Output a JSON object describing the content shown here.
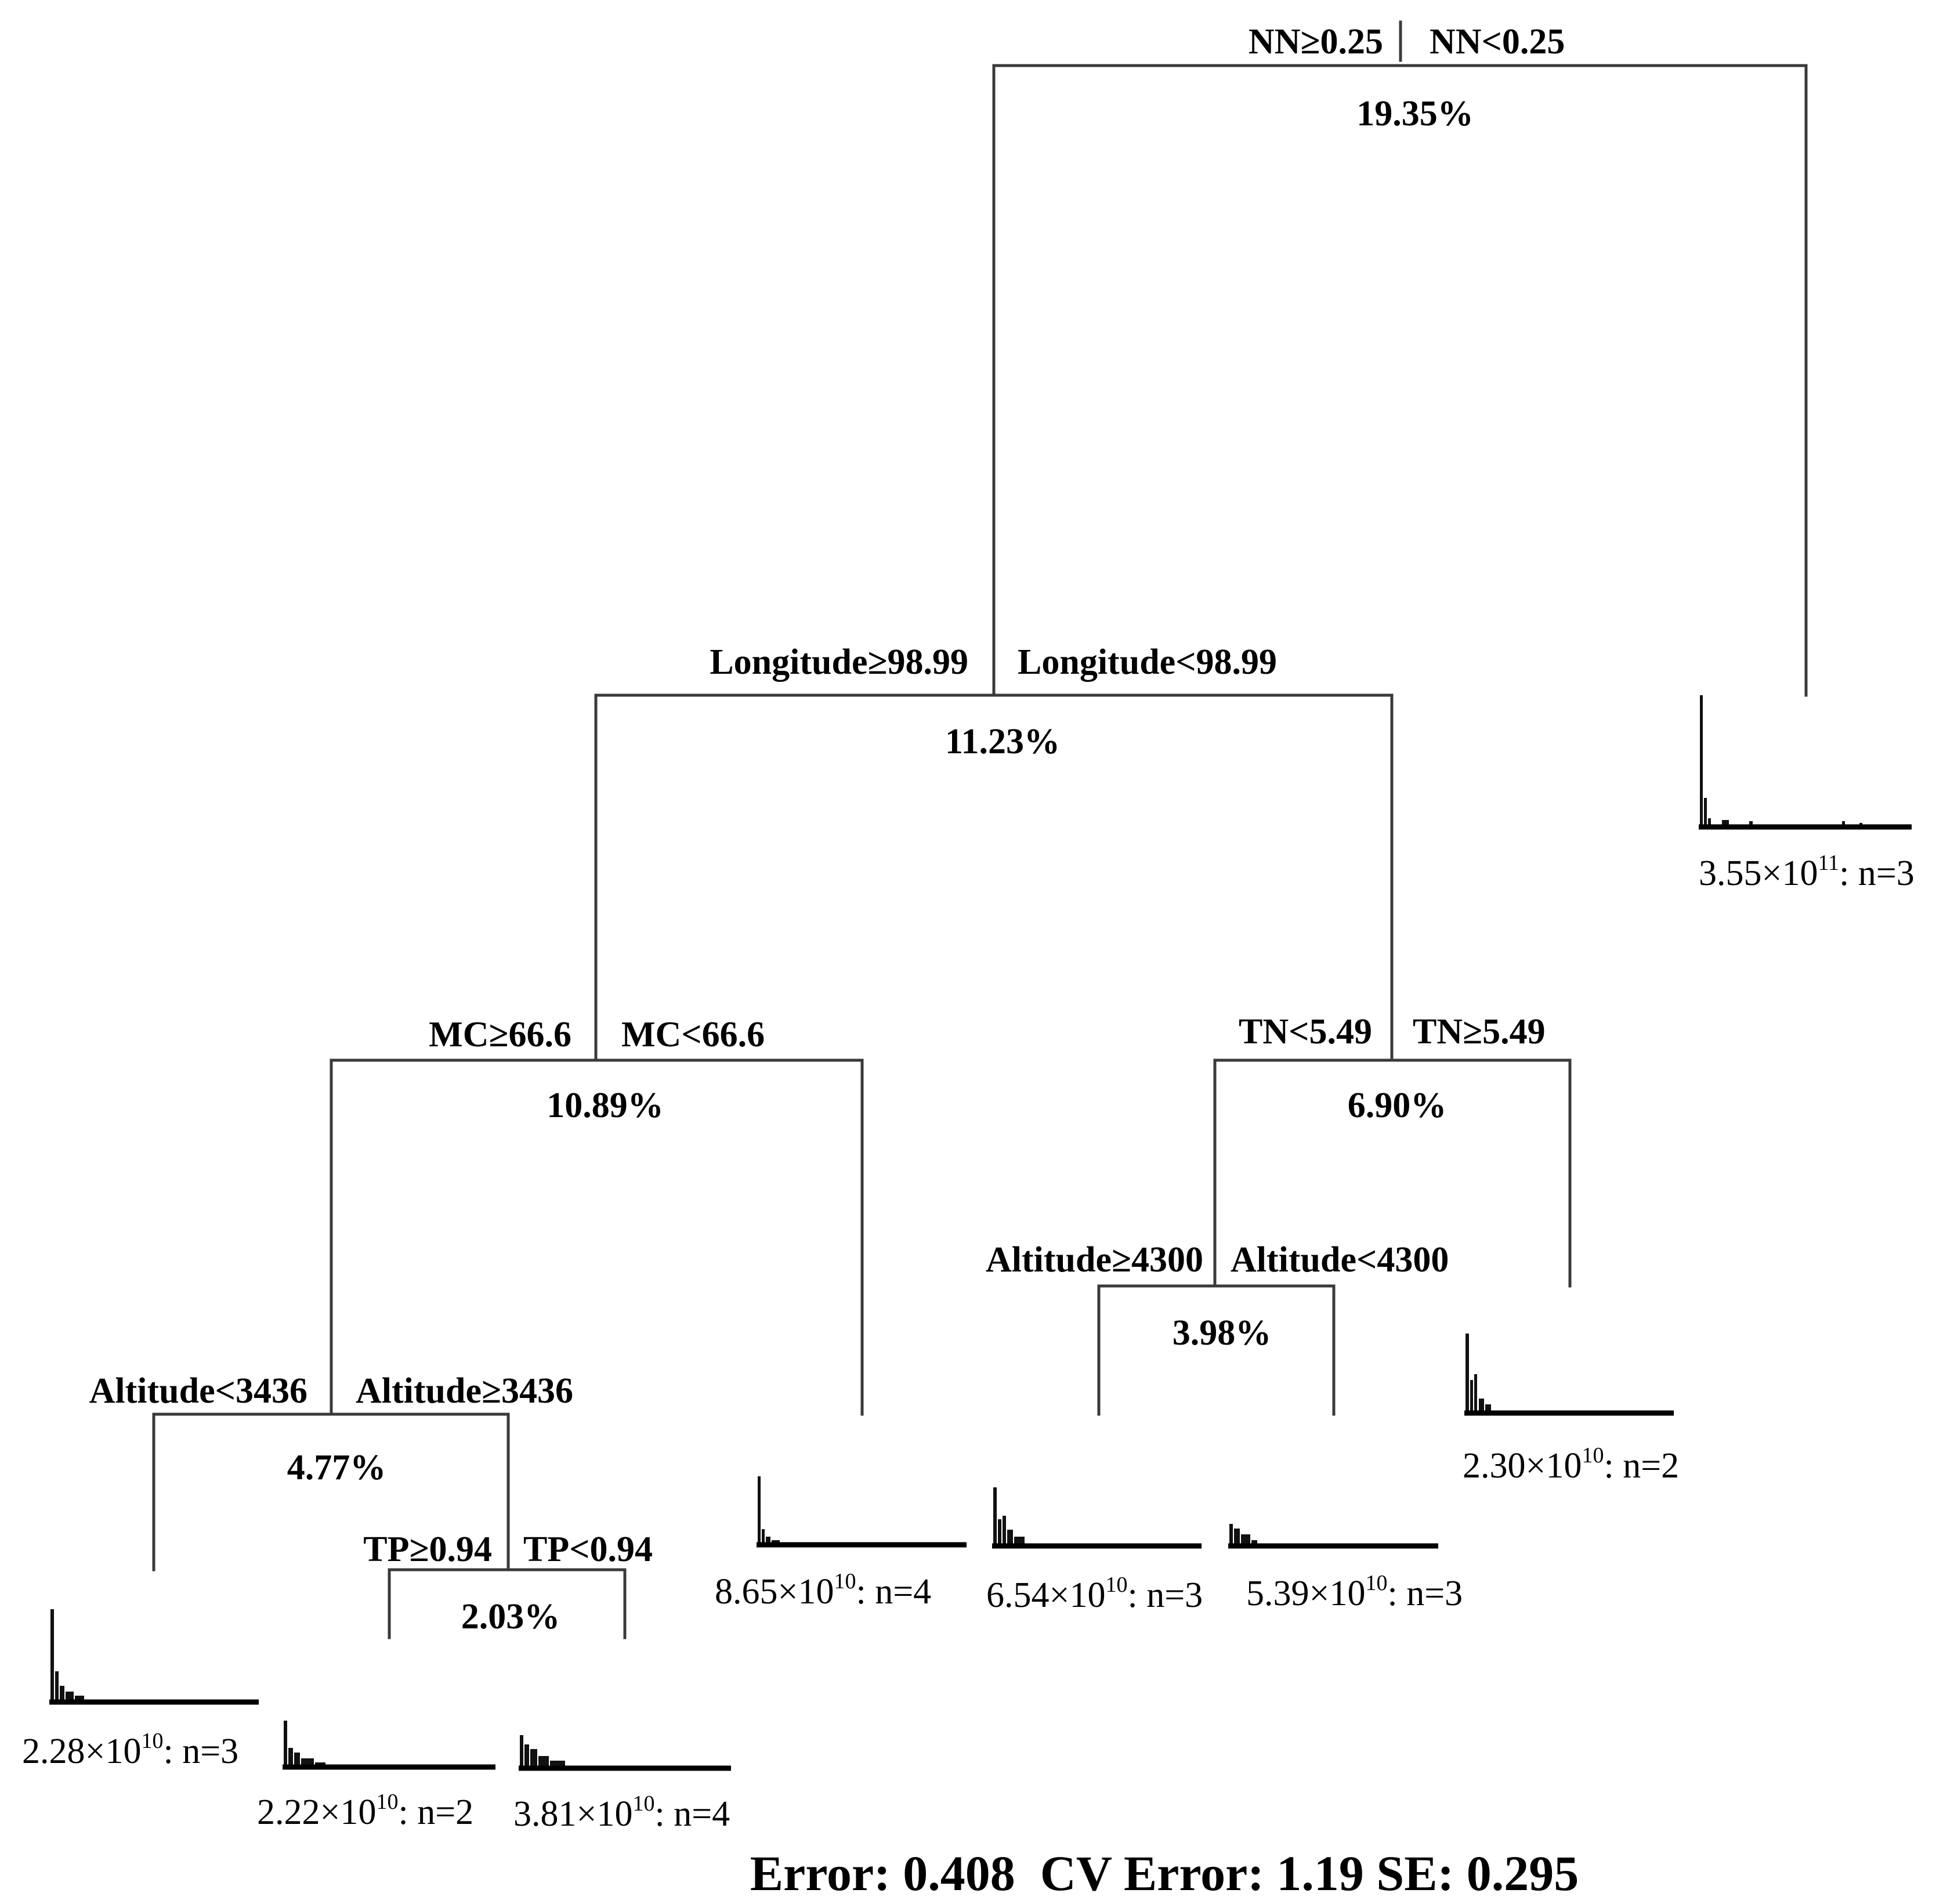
{
  "tree": {
    "root": {
      "left_label": "NN≥0.25",
      "right_label": "NN<0.25",
      "percent": "19.35%"
    },
    "n_long": {
      "left_label": "Longitude≥98.99",
      "right_label": "Longitude<98.99",
      "percent": "11.23%"
    },
    "n_mc": {
      "left_label": "MC≥66.6",
      "right_label": "MC<66.6",
      "percent": "10.89%"
    },
    "n_tn": {
      "left_label": "TN<5.49",
      "right_label": "TN≥5.49",
      "percent": "6.90%"
    },
    "n_alt1": {
      "left_label": "Altitude<3436",
      "right_label": "Altitude≥3436",
      "percent": "4.77%"
    },
    "n_alt2": {
      "left_label": "Altitude≥4300",
      "right_label": "Altitude<4300",
      "percent": "3.98%"
    },
    "n_tp": {
      "left_label": "TP≥0.94",
      "right_label": "TP<0.94",
      "percent": "2.03%"
    }
  },
  "leaves": {
    "l_nn": {
      "mantissa": "3.55×10",
      "exp": "11",
      "count": ": n=3"
    },
    "l_mc": {
      "mantissa": "8.65×10",
      "exp": "10",
      "count": ": n=4"
    },
    "l_tn": {
      "mantissa": "2.30×10",
      "exp": "10",
      "count": ": n=2"
    },
    "l_alt2a": {
      "mantissa": "6.54×10",
      "exp": "10",
      "count": ": n=3"
    },
    "l_alt2b": {
      "mantissa": "5.39×10",
      "exp": "10",
      "count": ": n=3"
    },
    "l_alt1": {
      "mantissa": "2.28×10",
      "exp": "10",
      "count": ": n=3"
    },
    "l_tpa": {
      "mantissa": "2.22×10",
      "exp": "10",
      "count": ": n=2"
    },
    "l_tpb": {
      "mantissa": "3.81×10",
      "exp": "10",
      "count": ": n=4"
    }
  },
  "footer": "Error: 0.408  CV Error: 1.19 SE: 0.295"
}
